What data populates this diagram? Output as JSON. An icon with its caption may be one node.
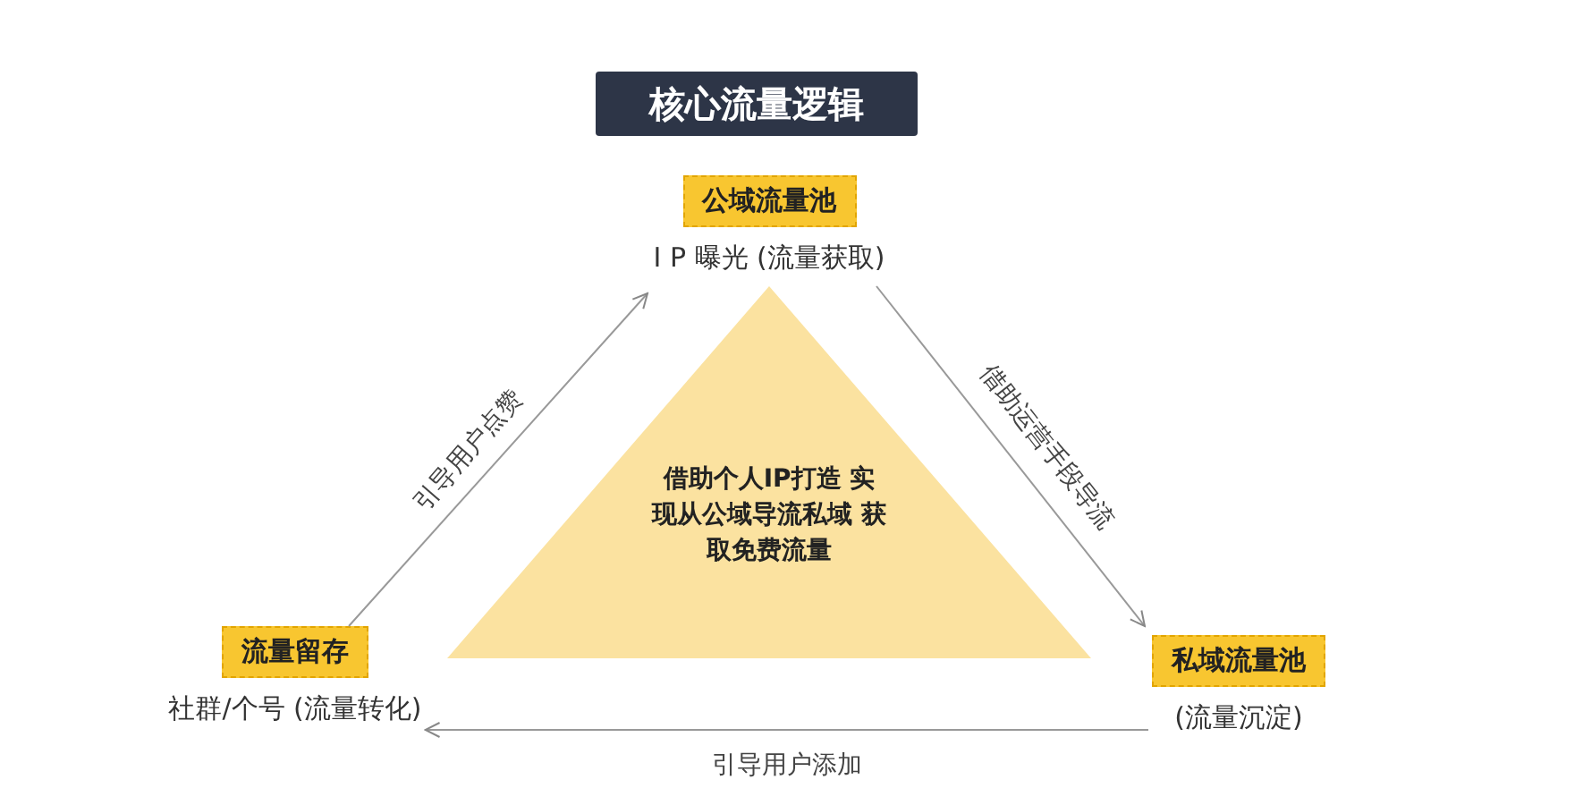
{
  "diagram": {
    "title": "核心流量逻辑",
    "nodes": [
      {
        "text": [
          "公域流量池",
          "I P 曝光 (流量获取)"
        ]
      },
      {
        "text": [
          "私域流量池",
          "(流量沉淀)"
        ]
      },
      {
        "text": [
          "流量留存",
          "社群/个号 (流量转化)"
        ]
      },
      {
        "text": [
          "借助个人IP打造 实现从公域导流私域 获取免费流量"
        ]
      }
    ],
    "edges": [
      {
        "from": 0,
        "to": 1,
        "arrow": "to",
        "label": "借助运营手段导流"
      },
      {
        "from": 1,
        "to": 2,
        "arrow": "to",
        "label": "引导用户添加"
      },
      {
        "from": 2,
        "to": 0,
        "arrow": "to",
        "label": "引导用户点赞"
      }
    ]
  }
}
